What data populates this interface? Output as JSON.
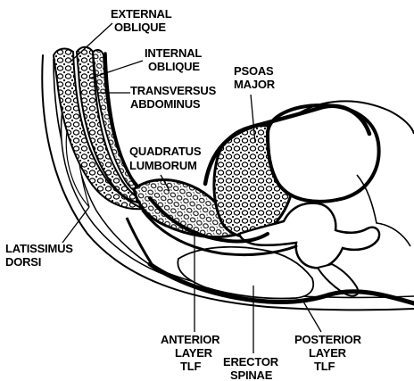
{
  "labels": {
    "external_oblique": [
      "EXTERNAL",
      "OBLIQUE"
    ],
    "internal_oblique": [
      "INTERNAL",
      "OBLIQUE"
    ],
    "transversus_abdominus": [
      "TRANSVERSUS",
      "ABDOMINUS"
    ],
    "psoas_major": [
      "PSOAS",
      "MAJOR"
    ],
    "quadratus_lumborum": [
      "QUADRATUS",
      "LUMBORUM"
    ],
    "latissimus_dorsi": [
      "LATISSIMUS",
      "DORSI"
    ],
    "anterior_layer_tlf": [
      "ANTERIOR",
      "LAYER",
      "TLF"
    ],
    "erector_spinae": [
      "ERECTOR",
      "SPINAE"
    ],
    "posterior_layer_tlf": [
      "POSTERIOR",
      "LAYER",
      "TLF"
    ]
  },
  "colors": {
    "ink": "#000000",
    "paper": "#ffffff"
  }
}
